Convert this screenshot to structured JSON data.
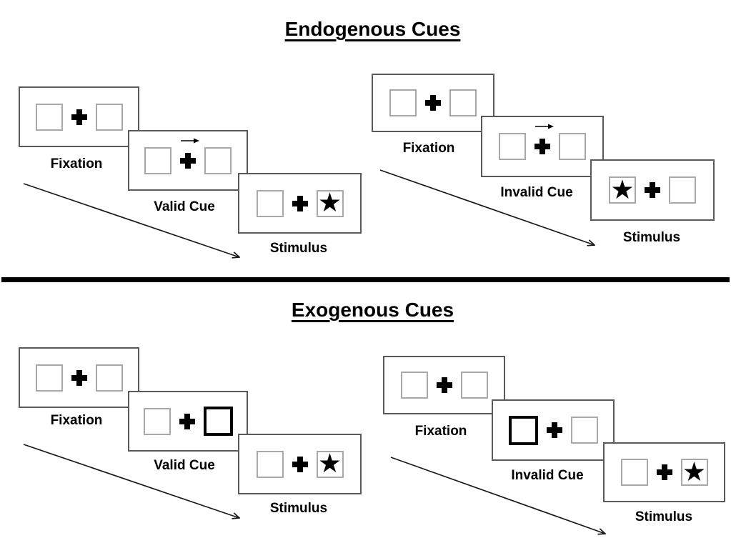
{
  "glyphs": {
    "star": "★",
    "plus": "heavy-cross",
    "cue_arrow": "arrow-right"
  },
  "colors": {
    "card_border": "#595959",
    "square_border": "#a8a8a8",
    "cue_highlight_border": "#000000",
    "divider": "#000000",
    "arrow": "#1a1a1a",
    "text": "#000000",
    "background": "#ffffff"
  },
  "sections": [
    {
      "title": "Endogenous Cues",
      "trials": [
        {
          "name": "valid",
          "cards": [
            {
              "label": "Fixation",
              "cue": null,
              "star": null
            },
            {
              "label": "Valid Cue",
              "cue": "arrow-right",
              "star": null
            },
            {
              "label": "Stimulus",
              "cue": null,
              "star": "right"
            }
          ]
        },
        {
          "name": "invalid",
          "cards": [
            {
              "label": "Fixation",
              "cue": null,
              "star": null
            },
            {
              "label": "Invalid Cue",
              "cue": "arrow-right",
              "star": null
            },
            {
              "label": "Stimulus",
              "cue": null,
              "star": "left"
            }
          ]
        }
      ]
    },
    {
      "title": "Exogenous Cues",
      "trials": [
        {
          "name": "valid",
          "cards": [
            {
              "label": "Fixation",
              "cue": null,
              "star": null
            },
            {
              "label": "Valid Cue",
              "cue": "highlight-right",
              "star": null
            },
            {
              "label": "Stimulus",
              "cue": null,
              "star": "right"
            }
          ]
        },
        {
          "name": "invalid",
          "cards": [
            {
              "label": "Fixation",
              "cue": null,
              "star": null
            },
            {
              "label": "Invalid Cue",
              "cue": "highlight-left",
              "star": null
            },
            {
              "label": "Stimulus",
              "cue": null,
              "star": "right"
            }
          ]
        }
      ]
    }
  ]
}
